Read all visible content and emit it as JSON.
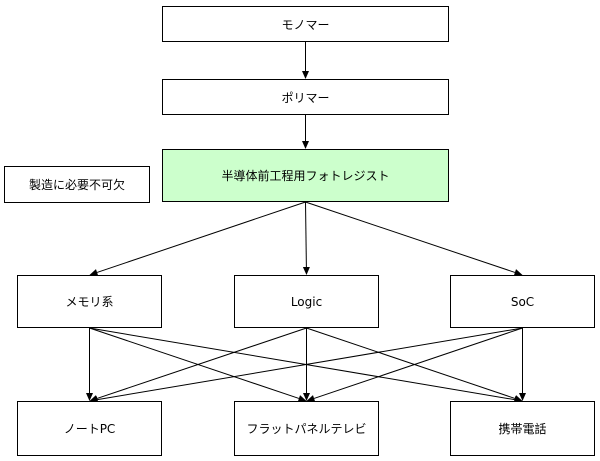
{
  "diagram": {
    "nodes": {
      "monomer": "モノマー",
      "polymer": "ポリマー",
      "photoresist": "半導体前工程用フォトレジスト",
      "note": "製造に必要不可欠",
      "memory": "メモリ系",
      "logic": "Logic",
      "soc": "SoC",
      "notebook": "ノートPC",
      "flatpanel_tv": "フラットパネルテレビ",
      "mobile_phone": "携帯電話"
    },
    "colors": {
      "highlight_fill": "#ccffcc",
      "line": "#000000"
    },
    "edges": [
      [
        "monomer",
        "polymer"
      ],
      [
        "polymer",
        "photoresist"
      ],
      [
        "photoresist",
        "memory"
      ],
      [
        "photoresist",
        "logic"
      ],
      [
        "photoresist",
        "soc"
      ],
      [
        "memory",
        "notebook"
      ],
      [
        "memory",
        "flatpanel_tv"
      ],
      [
        "memory",
        "mobile_phone"
      ],
      [
        "logic",
        "notebook"
      ],
      [
        "logic",
        "flatpanel_tv"
      ],
      [
        "logic",
        "mobile_phone"
      ],
      [
        "soc",
        "notebook"
      ],
      [
        "soc",
        "flatpanel_tv"
      ],
      [
        "soc",
        "mobile_phone"
      ]
    ]
  }
}
